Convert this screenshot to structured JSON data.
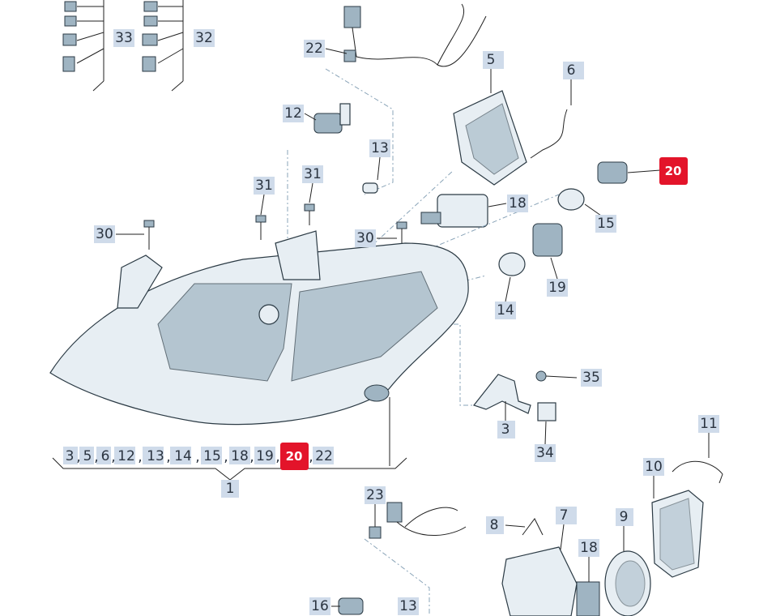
{
  "callouts": {
    "c33": "33",
    "c32": "32",
    "c22": "22",
    "c5": "5",
    "c6": "6",
    "c12": "12",
    "c13a": "13",
    "c31a": "31",
    "c31b": "31",
    "c20": "20",
    "c18a": "18",
    "c30a": "30",
    "c30b": "30",
    "c15": "15",
    "c19": "19",
    "c14": "14",
    "c35": "35",
    "c3": "3",
    "c34": "34",
    "c11": "11",
    "c10": "10",
    "c23": "23",
    "c8": "8",
    "c7": "7",
    "c9": "9",
    "c18b": "18",
    "c16": "16",
    "c13b": "13",
    "c1": "1"
  },
  "assembly_row": [
    "3",
    "5",
    "6",
    "12",
    "13",
    "14",
    "15",
    "18",
    "19",
    "20",
    "22"
  ],
  "highlight_color": "#e3142a"
}
